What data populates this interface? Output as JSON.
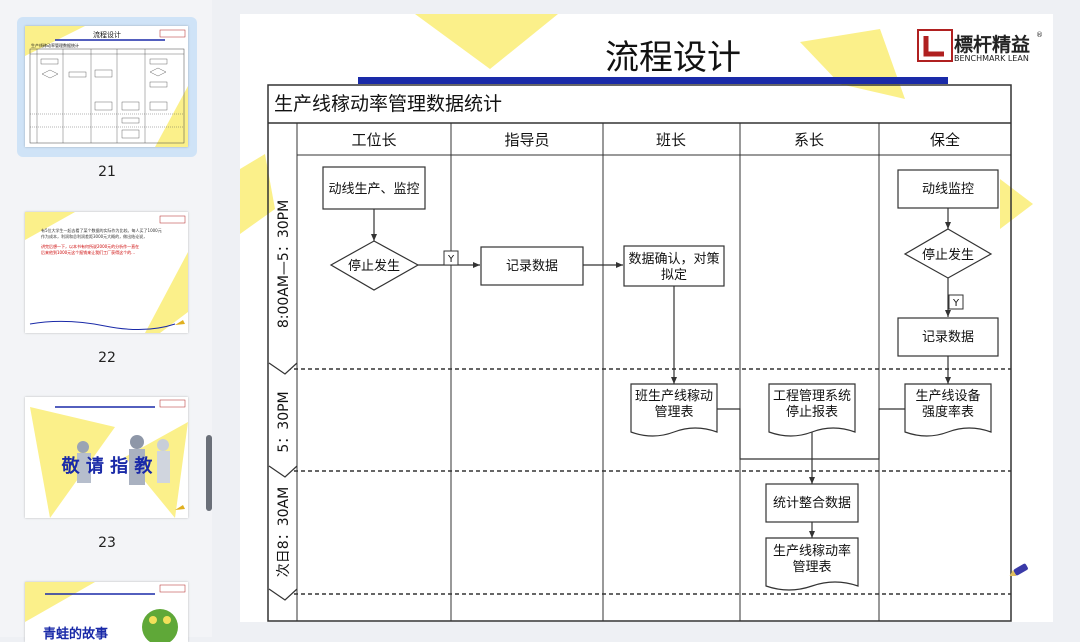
{
  "sidebar": {
    "thumbnails": [
      {
        "number": "21",
        "title": "流程设计",
        "subtitle": "生产线稼动率管理数据统计"
      },
      {
        "number": "22",
        "text_lines": [
          "有5位大学生一起去看了某个数据的实际作为比较。每人买了1000元",
          "作为成本，利润和总利润差距3000元大概的，做出结论说，"
        ],
        "highlight_lines": [
          "讲完后想一下，以本书有何所说2000元的分析作一直在",
          "后来他到1000元这个报销来让我们工厂获得这个的..."
        ]
      },
      {
        "number": "23",
        "title": "敬 请 指 教"
      },
      {
        "number": "",
        "title": "青蛙的故事"
      }
    ],
    "brand_small": "標杆精益"
  },
  "slide": {
    "title": "流程设计",
    "logo": {
      "name": "標杆精益",
      "sub": "BENCHMARK LEAN",
      "mark": "®"
    },
    "table_title": "生产线稼动率管理数据统计",
    "columns": [
      "工位长",
      "指导员",
      "班长",
      "系长",
      "保全"
    ],
    "rows": [
      "8:00AM—5：30PM",
      "5：30PM",
      "次日8：30AM"
    ],
    "boxes": {
      "b1": "动线生产、监控",
      "d1": "停止发生",
      "b2": "记录数据",
      "b3_line1": "数据确认，对策",
      "b3_line2": "拟定",
      "b4": "动线监控",
      "d2": "停止发生",
      "b5": "记录数据",
      "doc1_line1": "班生产线稼动",
      "doc1_line2": "管理表",
      "doc2_line1": "工程管理系统",
      "doc2_line2": "停止报表",
      "doc3_line1": "生产线设备",
      "doc3_line2": "强度率表",
      "b6": "统计整合数据",
      "doc4_line1": "生产线稼动率",
      "doc4_line2": "管理表"
    },
    "y_label": "Y"
  },
  "colors": {
    "accent_blue": "#1a2aa8",
    "yellow": "#fbf08a",
    "logo_red": "#b02020"
  }
}
